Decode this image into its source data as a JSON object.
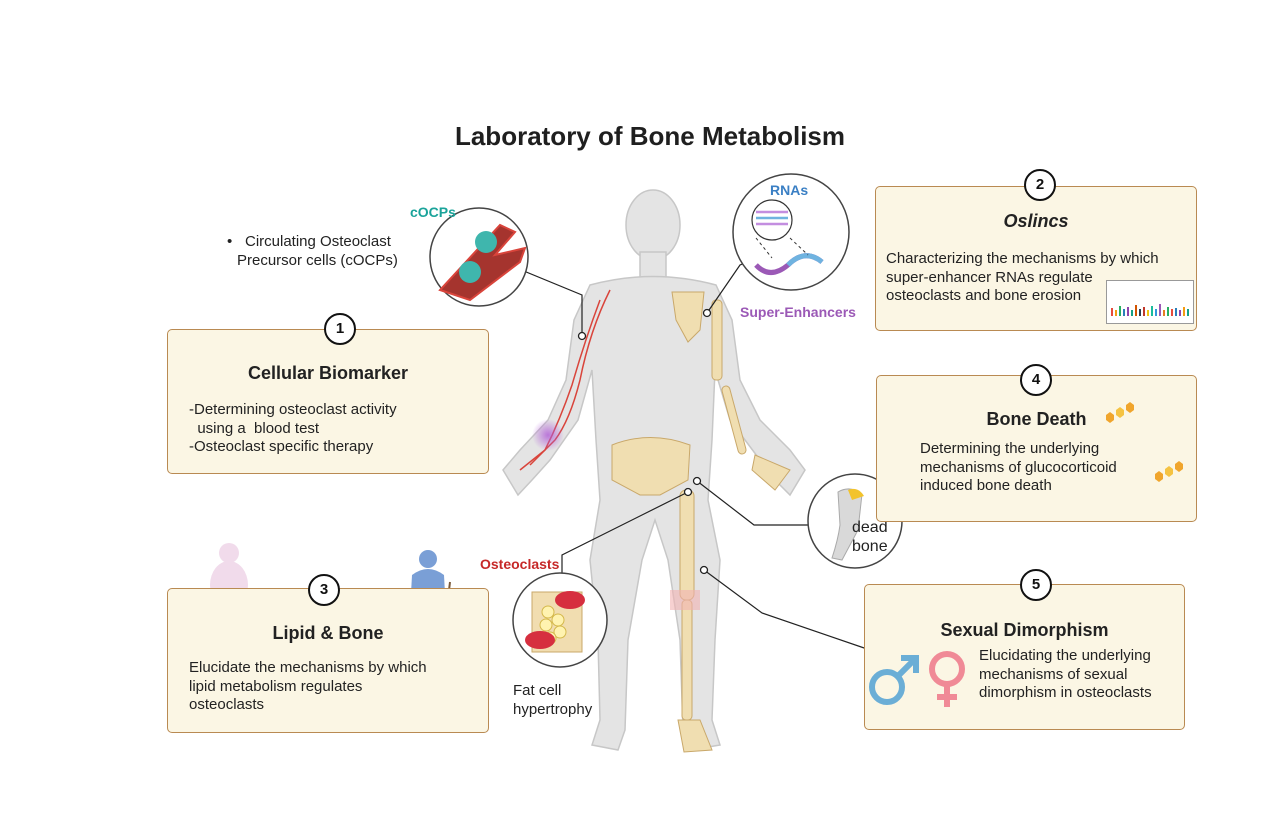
{
  "title": "Laboratory of Bone Metabolism",
  "colors": {
    "panel_bg": "#fbf6e4",
    "panel_border": "#b98a52",
    "cocps": "#1aa39a",
    "rnas": "#3a7fc4",
    "super_enhancers": "#9b59b6",
    "osteoclasts": "#c62828",
    "male": "#6baed6",
    "female": "#f08a96"
  },
  "panels": {
    "p1": {
      "number": "1",
      "title": "Cellular Biomarker",
      "lines": [
        "-Determining osteoclast activity",
        "  using a  blood test",
        "-Osteoclast specific therapy"
      ]
    },
    "p2": {
      "number": "2",
      "title": "Oslincs",
      "lines": [
        "Characterizing the mechanisms by which",
        "super-enhancer RNAs regulate",
        "osteoclasts and bone erosion"
      ]
    },
    "p3": {
      "number": "3",
      "title": "Lipid & Bone",
      "lines": [
        "Elucidate the mechanisms by which",
        "lipid metabolism regulates",
        "osteoclasts"
      ]
    },
    "p4": {
      "number": "4",
      "title": "Bone Death",
      "lines": [
        "Determining the underlying",
        "mechanisms of glucocorticoid",
        "induced bone death"
      ]
    },
    "p5": {
      "number": "5",
      "title": "Sexual Dimorphism",
      "lines": [
        "Elucidating the underlying",
        "mechanisms of sexual",
        "dimorphism in osteoclasts"
      ]
    }
  },
  "labels": {
    "cocps": "cOCPs",
    "bullet_lines": [
      "Circulating Osteoclast",
      "Precursor cells (cOCPs)"
    ],
    "rnas": "RNAs",
    "super_enhancers": "Super-Enhancers",
    "osteoclasts": "Osteoclasts",
    "fat_cell": [
      "Fat cell",
      "hypertrophy"
    ],
    "dead_bone": [
      "dead",
      "bone"
    ]
  },
  "icons": [
    "blood-vessel-icon",
    "rna-icon",
    "bone-icon",
    "fat-cell-icon",
    "glucocorticoid-icon",
    "male-symbol-icon",
    "female-symbol-icon",
    "obese-person-icon",
    "elderly-person-icon",
    "human-body-icon",
    "manhattan-plot-icon"
  ]
}
